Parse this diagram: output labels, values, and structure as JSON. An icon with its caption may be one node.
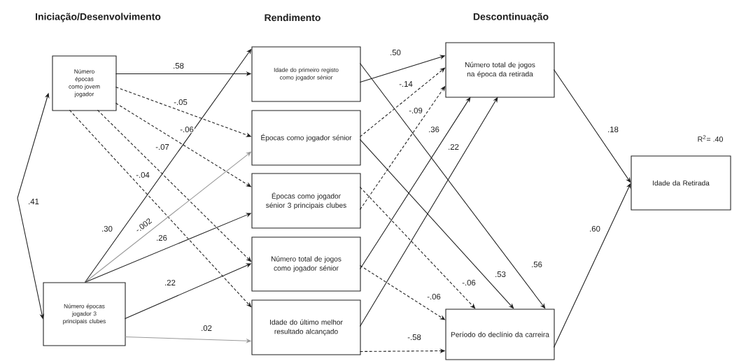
{
  "diagram": {
    "nodes": [
      {
        "text": [
          "Número épocas como jovem jogador"
        ]
      },
      {
        "text": [
          "Número épocas jogador 3 principais clubes"
        ]
      },
      {
        "text": [
          "Idade do primeiro registo como jogador sénior"
        ]
      },
      {
        "text": [
          "Épocas como jogador sénior"
        ]
      },
      {
        "text": [
          "Épocas como jogador sénior 3 principais clubes"
        ]
      },
      {
        "text": [
          "Número total de jogos como jogador sénior"
        ]
      },
      {
        "text": [
          "Idade do último melhor resultado alcançado"
        ]
      },
      {
        "text": [
          "Número total de jogos na época da retirada"
        ]
      },
      {
        "text": [
          "Período do declínio da carreira"
        ]
      },
      {
        "text": [
          "Idade da Retirada"
        ]
      }
    ],
    "edges": [
      {
        "from": 0,
        "to": 1,
        "arrow": "both",
        "label": ".41"
      },
      {
        "from": 0,
        "to": 2,
        "arrow": "to",
        "label": ".58"
      },
      {
        "from": 0,
        "to": 3,
        "arrow": "to",
        "label": "-.05",
        "style": "dashed"
      },
      {
        "from": 0,
        "to": 4,
        "arrow": "to",
        "label": "-.06",
        "style": "dashed"
      },
      {
        "from": 0,
        "to": 5,
        "arrow": "to",
        "label": "-.07",
        "style": "dashed"
      },
      {
        "from": 0,
        "to": 6,
        "arrow": "to",
        "label": "-.04",
        "style": "dashed"
      },
      {
        "from": 1,
        "to": 2,
        "arrow": "to",
        "label": ".30"
      },
      {
        "from": 1,
        "to": 3,
        "arrow": "to",
        "label": "-.002",
        "color": "#999999"
      },
      {
        "from": 1,
        "to": 4,
        "arrow": "to",
        "label": ".26"
      },
      {
        "from": 1,
        "to": 5,
        "arrow": "to",
        "label": ".22"
      },
      {
        "from": 1,
        "to": 6,
        "arrow": "to",
        "label": ".02",
        "color": "#999999"
      },
      {
        "from": 2,
        "to": 7,
        "arrow": "to",
        "label": ".50"
      },
      {
        "from": 3,
        "to": 7,
        "arrow": "to",
        "label": "-.14",
        "style": "dashed"
      },
      {
        "from": 4,
        "to": 7,
        "arrow": "to",
        "label": "-.09",
        "style": "dashed"
      },
      {
        "from": 5,
        "to": 7,
        "arrow": "to",
        "label": ".36"
      },
      {
        "from": 6,
        "to": 7,
        "arrow": "to",
        "label": ".22"
      },
      {
        "from": 2,
        "to": 8,
        "arrow": "to",
        "label": ".56"
      },
      {
        "from": 3,
        "to": 8,
        "arrow": "to",
        "label": ".53"
      },
      {
        "from": 4,
        "to": 8,
        "arrow": "to",
        "label": "-.06",
        "style": "dashed"
      },
      {
        "from": 5,
        "to": 8,
        "arrow": "to",
        "label": "-.06",
        "style": "dashed"
      },
      {
        "from": 6,
        "to": 8,
        "arrow": "to",
        "label": "-.58",
        "style": "dashed"
      },
      {
        "from": 7,
        "to": 9,
        "arrow": "to",
        "label": ".18"
      },
      {
        "from": 8,
        "to": 9,
        "arrow": "to",
        "label": ".60"
      }
    ],
    "labels": [
      "Iniciação/Desenvolvimento",
      "Rendimento",
      "Descontinuação",
      "R$^{2}$= .40"
    ]
  }
}
